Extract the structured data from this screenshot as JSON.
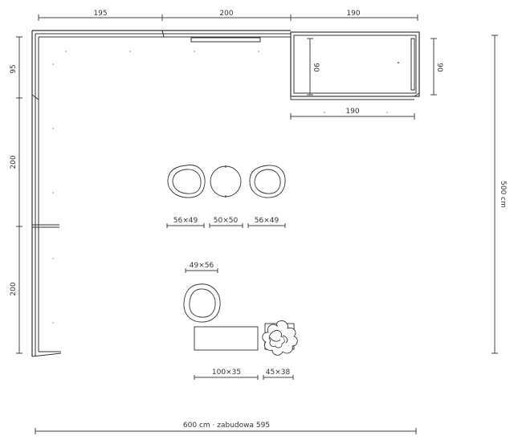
{
  "dimensions": {
    "top_left": "195",
    "top_middle": "200",
    "top_right": "190",
    "left_upper": "95",
    "left_middle": "200",
    "left_lower": "200",
    "right_total": "500 cm",
    "bottom_total": "600 cm · zabudowa 595",
    "unit_right_depth_inner": "90",
    "unit_right_depth_outer": "90",
    "unit_right_width": "190"
  },
  "furniture": {
    "chair_left": "56×49",
    "stool_middle": "50×50",
    "chair_right": "56×49",
    "chair_lower": "49×56",
    "table": "100×35",
    "plant": "45×38"
  }
}
